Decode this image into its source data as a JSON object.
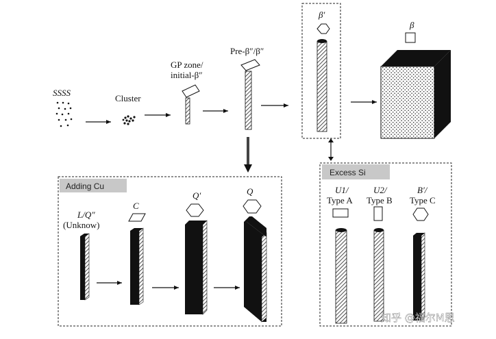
{
  "top_row": {
    "ssss_label": "SSSS",
    "cluster_label": "Cluster",
    "gp_zone_line1": "GP zone/",
    "gp_zone_line2": "initial-β″",
    "pre_beta_label": "Pre-β″/β″",
    "beta_prime_label": "β′",
    "beta_label": "β"
  },
  "adding_cu": {
    "header": "Adding Cu",
    "lq_line1": "L/Q″",
    "lq_line2": "(Unknow)",
    "c_label": "C",
    "q_prime_label": "Q′",
    "q_label": "Q"
  },
  "excess_si": {
    "header": "Excess Si",
    "u1_line1": "U1/",
    "u1_line2": "Type A",
    "u2_line1": "U2/",
    "u2_line2": "Type B",
    "bprime_line1": "B′/",
    "bprime_line2": "Type C"
  },
  "watermark": "知乎 @福尔M思",
  "colors": {
    "header_fill": "#c8c8c8",
    "ink": "#111111",
    "frame_dash": "#222222"
  }
}
